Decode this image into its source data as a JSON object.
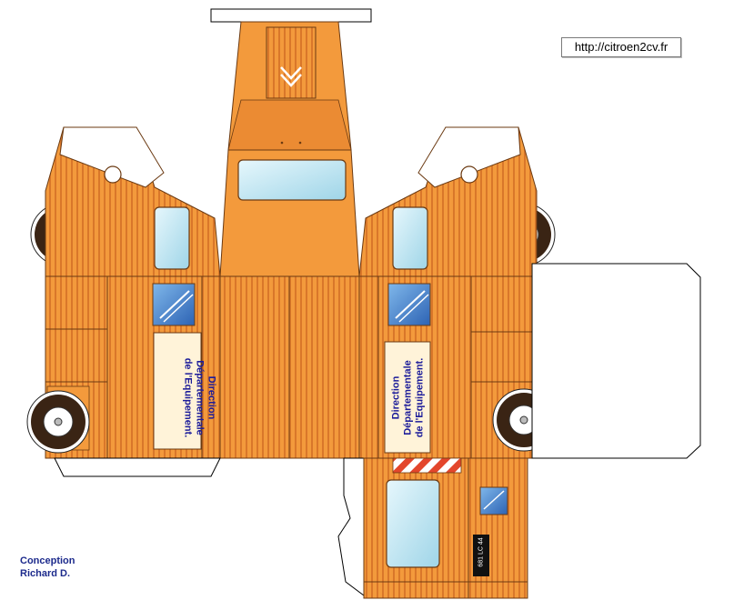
{
  "url": "http://citroen2cv.fr",
  "credit": {
    "line1": "Conception",
    "line2": "Richard D."
  },
  "side_left": {
    "line1": "Direction",
    "line2": "Départementale",
    "line3": "de l'Equipement."
  },
  "side_right": {
    "line1": "Direction",
    "line2": "Départementale",
    "line3": "de l'Equipement."
  },
  "plate": "681 LC 44",
  "colors": {
    "body": "#f39a3c",
    "body_dark": "#d9772a",
    "stripe": "#c76a23",
    "outline": "#6b3a12",
    "glass": "#bfe6f3",
    "tire": "#3a2414",
    "panel_text": "#1c1c9a"
  }
}
